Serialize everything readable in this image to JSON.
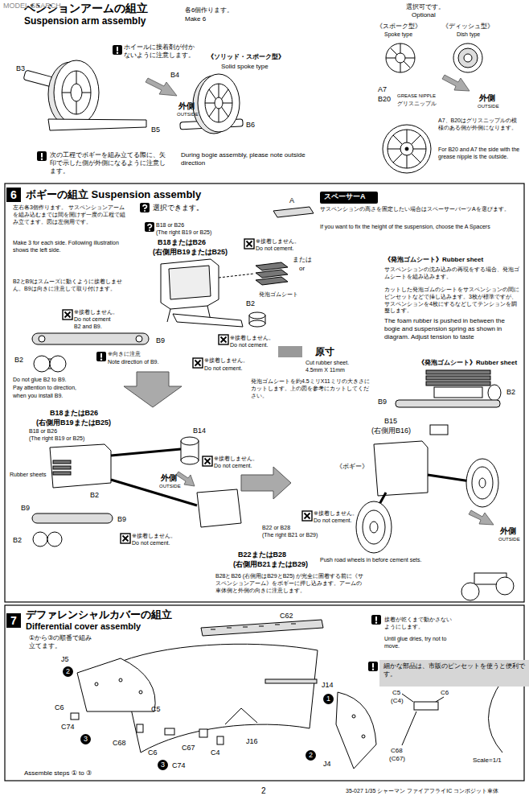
{
  "diagram": {
    "nodes": [
      {
        "text": [
          "ペンションアームの組立",
          "Suspension arm assembly"
        ]
      },
      {
        "text": [
          "6",
          "ボギーの組立 Suspension assembly"
        ]
      },
      {
        "text": [
          "スペーサーA"
        ]
      },
      {
        "text": [
          "7",
          "デファレンシャルカバーの組立",
          "Differential cover assembly"
        ]
      },
      {
        "text": [
          "細かな部品は、市販のピンセットを使うと便利です。"
        ]
      }
    ],
    "labels": [
      "MODEL SEARCH",
      "各6個作ります。",
      "Make 6",
      "選択可です。",
      "Optional",
      "《スポーク型》",
      "Spoke type",
      "《ディッシュ型》",
      "Dish type",
      "ホイールに接着剤が付かないように注意します。",
      "《ソリッド・スポーク型》",
      "Solid spoke type",
      "B3",
      "B4",
      "B5",
      "B6",
      "外側",
      "OUTSIDE",
      "A7",
      "B20",
      "GREASE NIPPLE",
      "グリスニップル",
      "外側",
      "OUTSIDE",
      "A7、B20はグリスニップルの模様のある側が外側になります。",
      "For B20 and A7 the side with the grease nipple is the outside.",
      "次の工程でボギーを組み立てる際に、矢印で示した側が外側になるように注意します。",
      "During bogie assembly, please note outside direction",
      "左右各3個作ります。 サスペンションアームを組み込むまでは間を開けず一度の工程で組み立てます。図は左側用です。",
      "Make 3 for each side. Following illustration shows the left side.",
      "選択できます。",
      "A",
      "サスペンションの高さを固定したい場合はスペーサーパーツAを選びます。",
      "If you want to fix the height of the suspension, choose the A Spacers",
      "B18 or B26",
      "(The right B19 or B25)",
      "B18またはB26",
      "(右側用B19またはB25)",
      "※接着しません。",
      "Do not cement.",
      "または",
      "or",
      "発泡ゴムシート",
      "《発泡ゴムシート》Rubber sheet",
      "サスペンションの沈み込みの再現をする場合、発泡ゴムシートを組み込みます。",
      "カットした発泡ゴムのシートをサスペンションの間にピンセットなどで挿し込みます。3枚が標準ですが、サスペンションを4枚にするなどしてテンションを調整します。",
      "The foam rubber is pushed in between the bogie and suspension spring as shown in diagram. Adjust tension to taste",
      "B2とB9はスムーズに動くように接着しません。B9は向きに注意して取り付けます。",
      "B2",
      "※接着しません。",
      "Do not cement",
      "B2 and B9.",
      "B9",
      "※接着しません。",
      "Do not cement.",
      "B2",
      "※向きに注意",
      "Note direction of B9.",
      "※接着しません。",
      "Do not cement.",
      "Do not glue B2 to B9.",
      "Pay attention to direction,",
      "when you install B9.",
      "原寸",
      "Cut rubber sheet.",
      "4.5mm X 11mm",
      "発泡ゴムシートを約4.5ミリX11ミリの大きさにカットします。上の図を参考にカットしてください。",
      "《発泡ゴムシート》Rubber sheet",
      "B2",
      "B9",
      "B18またはB26",
      "(右側用B19またはB25)",
      "B18 or B26",
      "(The right B19 or B25)",
      "B14",
      "Rubber sheets",
      "※接着しません。",
      "Do not cement.",
      "B2",
      "B9",
      "B2",
      "B9",
      "※接着しません。",
      "Do not cement.",
      "外側",
      "OUTSIDE",
      "※接着しません。",
      "Do not cement.",
      "B22 or B28",
      "(The right B21 or B29)",
      "B22またはB28",
      "(右側用B21またはB29)",
      "B28とB26 (右側用はB29とB25) が完全に固着する前に《サスペンションアーム》をボギーに押し込みます。アームの車体側と外側の向きに注意します。",
      "B15",
      "(右側用B16)",
      "《ボギー》",
      "Push road wheels in before cement sets.",
      "外側",
      "OUTSIDE",
      "接着が乾くまで動かさないようにします。",
      "Until glue dries, try not to move.",
      "①から③の順番で組み立てます。",
      "C62",
      "J5",
      "2",
      "J14",
      "1",
      "C6",
      "C5",
      "C74",
      "3",
      "C68",
      "C6",
      "C67",
      "C4",
      "3",
      "C74",
      "J16",
      "2",
      "J4",
      "Assemble steps ① to ③",
      "C5",
      "(C4)",
      "C6",
      "C68",
      "(C67)",
      "Scale=1/1",
      "2",
      "35-027 1/35 シャーマン ファイアフライIC コンポジット車体"
    ]
  }
}
